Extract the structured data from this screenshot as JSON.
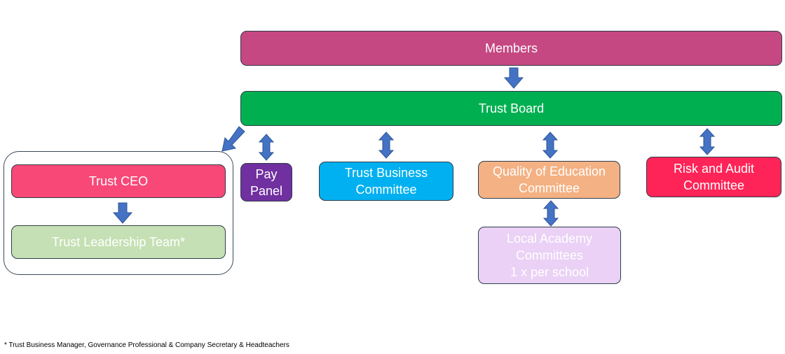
{
  "nodes": {
    "members": {
      "label": "Members",
      "color": "#c54882"
    },
    "trust_board": {
      "label": "Trust Board",
      "color": "#00b050"
    },
    "trust_ceo": {
      "label": "Trust CEO",
      "color": "#f74877"
    },
    "trust_leadership_team": {
      "label": "Trust Leadership Team*",
      "color": "#c5e0b4"
    },
    "pay_panel": {
      "lines": [
        "Pay",
        "Panel"
      ],
      "color": "#7030a0"
    },
    "trust_business_committee": {
      "lines": [
        "Trust Business",
        "Committee"
      ],
      "color": "#00b0f0"
    },
    "quality_of_education_committee": {
      "lines": [
        "Quality of Education",
        "Committee"
      ],
      "color": "#f4b183"
    },
    "local_academy_committees": {
      "lines": [
        "Local Academy",
        "Committees",
        "1 x per school"
      ],
      "color": "#ead1f5"
    },
    "risk_and_audit_committee": {
      "lines": [
        "Risk and Audit",
        "Committee"
      ],
      "color": "#ff2457"
    }
  },
  "arrow_color": "#4472c4",
  "footnote": "* Trust Business Manager, Governance Professional & Company Secretary & Headteachers"
}
